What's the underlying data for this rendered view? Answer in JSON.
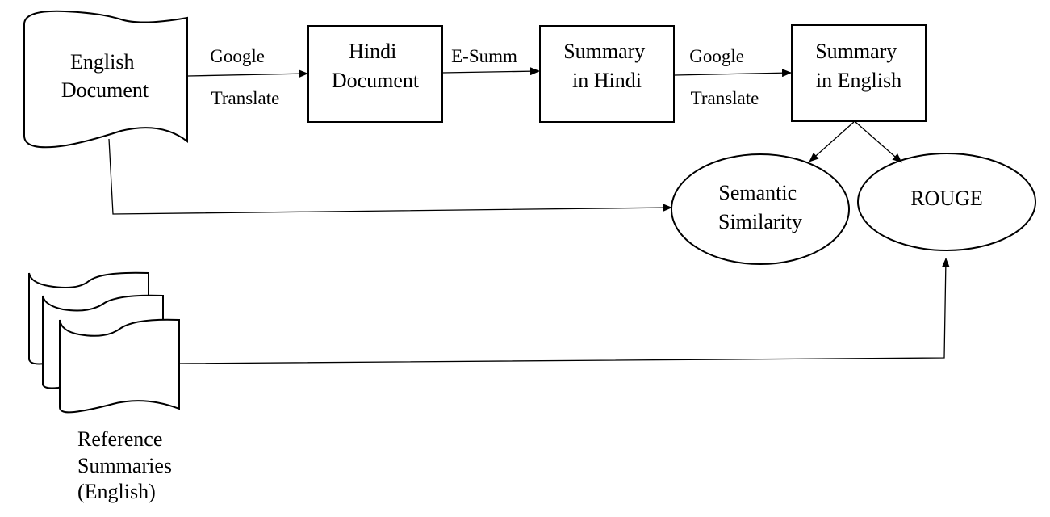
{
  "nodes": {
    "english_document": {
      "lines": [
        "English",
        "Document"
      ]
    },
    "hindi_document": {
      "lines": [
        "Hindi",
        "Document"
      ]
    },
    "summary_hindi": {
      "lines": [
        "Summary",
        "in Hindi"
      ]
    },
    "summary_english": {
      "lines": [
        "Summary",
        "in English"
      ]
    },
    "semantic_similarity": {
      "lines": [
        "Semantic",
        "Similarity"
      ]
    },
    "rouge": {
      "lines": [
        "ROUGE"
      ]
    },
    "reference_summaries": {
      "lines": [
        "Reference",
        "Summaries",
        "(English)"
      ]
    }
  },
  "edges": {
    "translate_1": {
      "lines": [
        "Google",
        "Translate"
      ]
    },
    "esumm": {
      "lines": [
        "E-Summ"
      ]
    },
    "translate_2": {
      "lines": [
        "Google",
        "Translate"
      ]
    }
  }
}
